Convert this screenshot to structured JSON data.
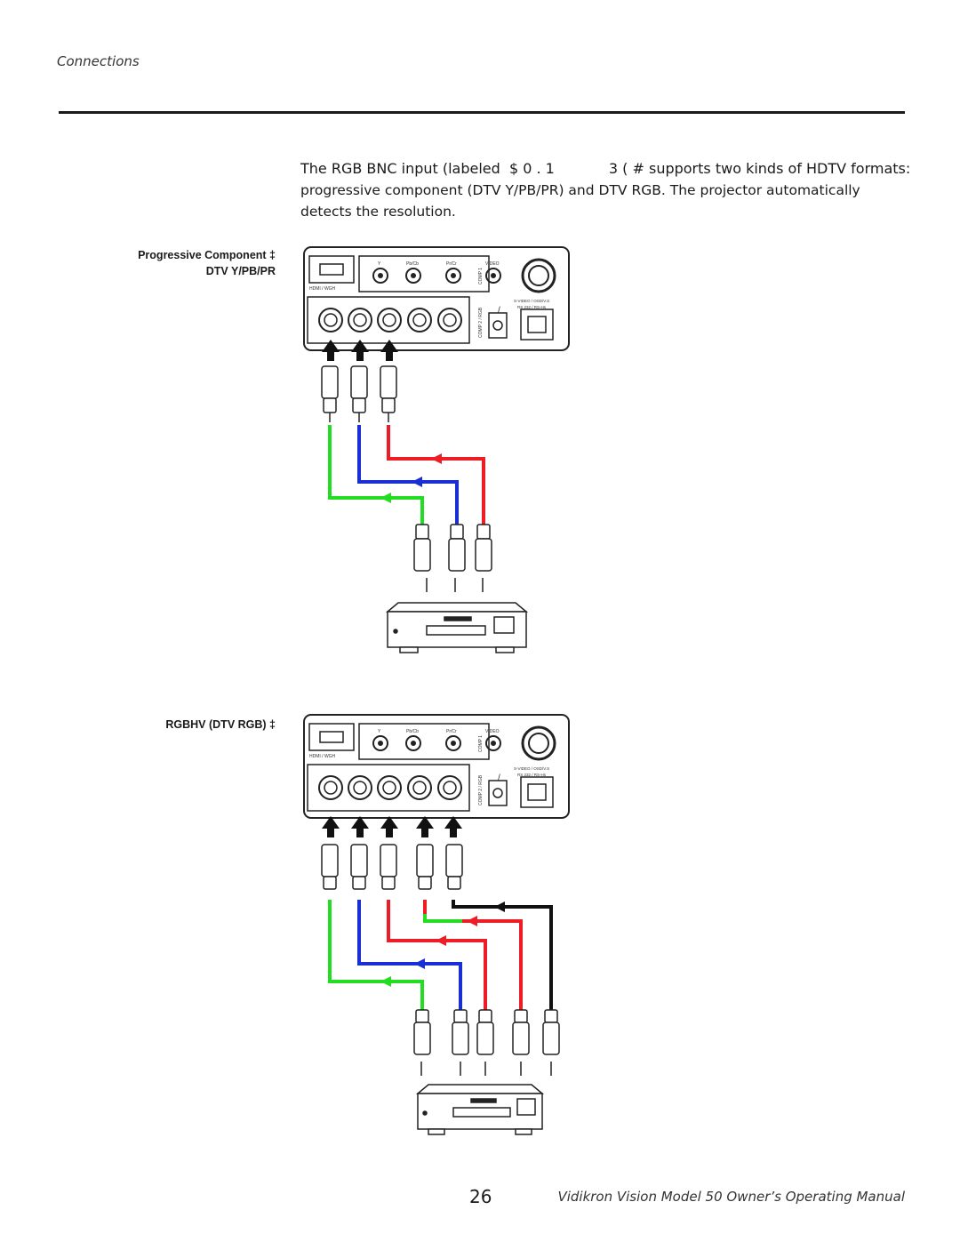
{
  "header": {
    "section": "Connections"
  },
  "intro": {
    "line1": "The RGB BNC input (labeled  $ 0 . 1            3 ( # supports two kinds of HDTV formats:",
    "line2": "progressive component (DTV Y/PB/PR) and DTV RGB. The projector automatically detects the resolution."
  },
  "figures": {
    "component": {
      "label_line1": "Progressive Component ‡",
      "label_line2": "DTV Y/PB/PR"
    },
    "rgbhv": {
      "label": "RGBHV (DTV RGB) ‡"
    }
  },
  "panel_labels": {
    "hdmi": "HDMI / WGH",
    "y": "Y",
    "pb": "Pb/Cb",
    "pr": "Pr/Cr",
    "comp1": "COMP 1",
    "video": "VIDEO",
    "comp2": "COMP 2 / RGB",
    "svideo": "S-VIDEO / OSD/V.S",
    "rs232": "RS 232 / RS-Hs",
    "slash": "/"
  },
  "colors": {
    "green": "#22dd22",
    "blue": "#1a2ed6",
    "red": "#ee1c24",
    "black": "#111111"
  },
  "footer": {
    "page_number": "26",
    "manual_title": "Vidikron Vision Model 50 Owner’s Operating Manual"
  }
}
